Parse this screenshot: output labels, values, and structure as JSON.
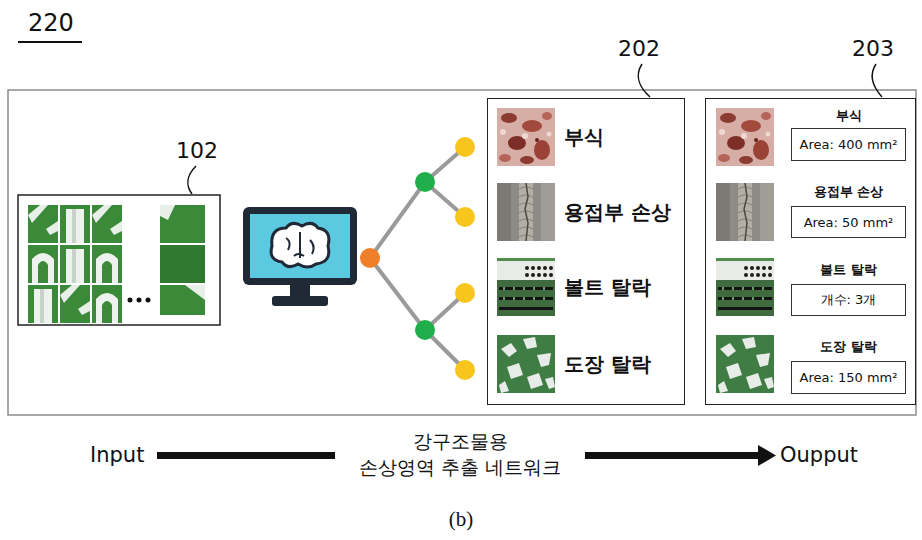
{
  "diagram": {
    "caption": "(b)",
    "nodes": [
      {
        "text": [
          "부식",
          "용접부 손상",
          "볼트 탈락",
          "도장 탈락"
        ]
      },
      {
        "text": [
          "부식",
          "용접부 손상",
          "볼트 탈락",
          "도장 탈락"
        ]
      },
      {
        "text": [
          "Area: 400 mm²"
        ],
        "in": 1
      },
      {
        "text": [
          "Area: 50 mm²"
        ],
        "in": 1
      },
      {
        "text": [
          "개수: 3개"
        ],
        "in": 1
      },
      {
        "text": [
          "Area: 150 mm²"
        ],
        "in": 1
      }
    ],
    "labels": [
      "220",
      "102",
      "202",
      "203",
      "Input",
      "강구조물용 손상영역 추출 네트워크",
      "Oupput"
    ]
  }
}
